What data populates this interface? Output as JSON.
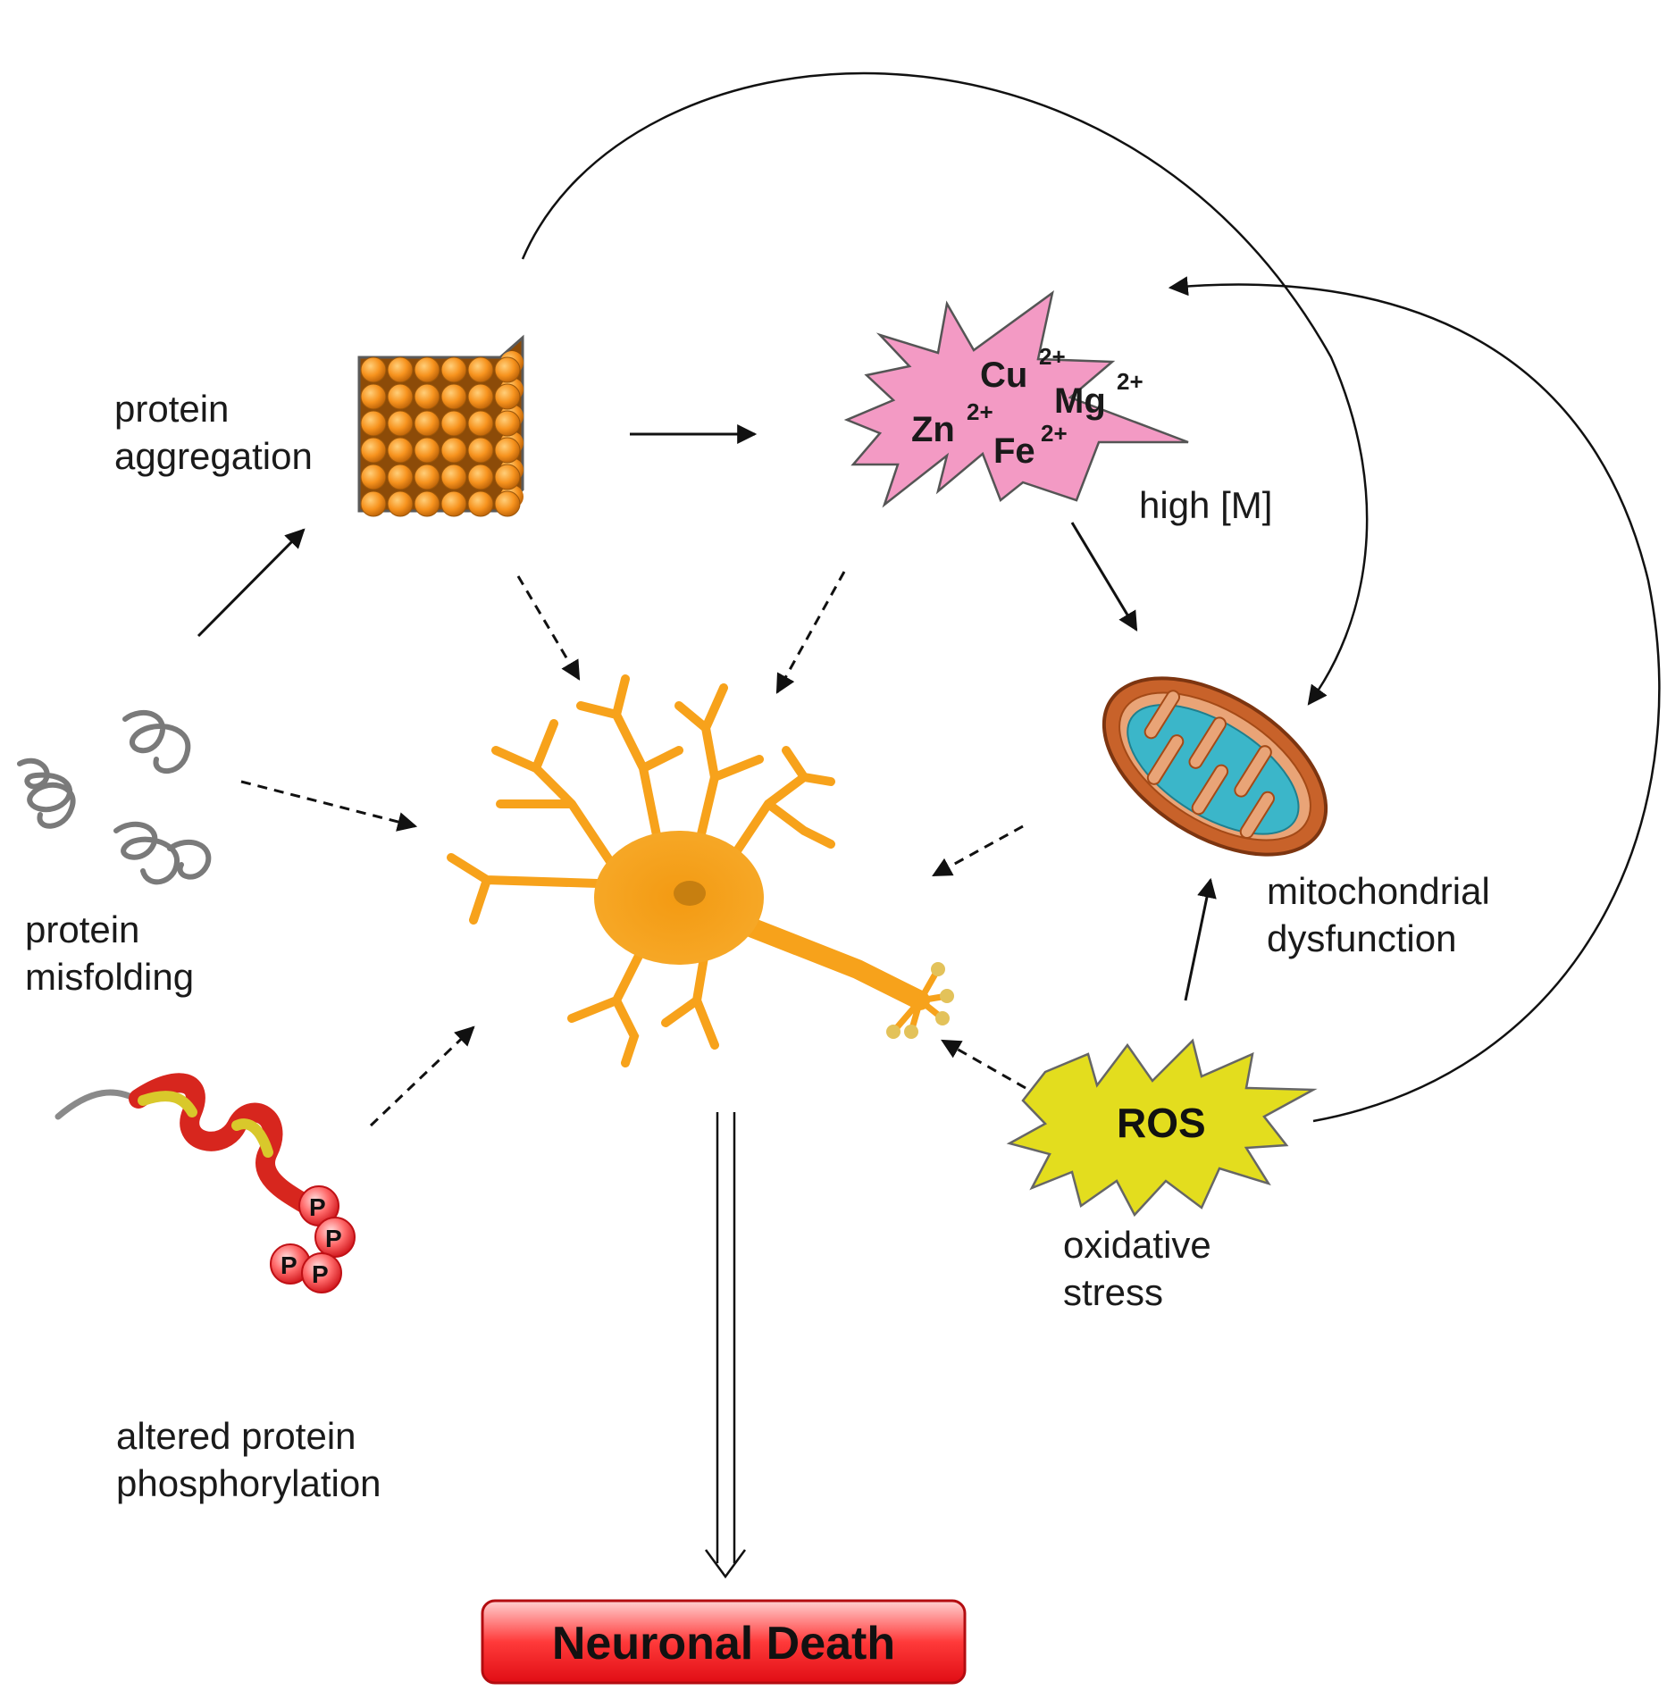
{
  "labels": {
    "protein_aggregation": [
      "protein",
      "aggregation"
    ],
    "protein_misfolding": [
      "protein",
      "misfolding"
    ],
    "altered_phosphorylation": [
      "altered protein",
      "phosphorylation"
    ],
    "high_metal": "high [M]",
    "mitochondrial_dysfunction": [
      "mitochondrial",
      "dysfunction"
    ],
    "oxidative_stress": [
      "oxidative",
      "stress"
    ],
    "ros": "ROS",
    "neuronal_death": "Neuronal Death"
  },
  "metal_ions": [
    {
      "symbol": "Cu",
      "charge": "2+"
    },
    {
      "symbol": "Mg",
      "charge": "2+"
    },
    {
      "symbol": "Zn",
      "charge": "2+"
    },
    {
      "symbol": "Fe",
      "charge": "2+"
    }
  ],
  "phosphate_label": "P",
  "colors": {
    "aggregate": "#f7931e",
    "metal_star": "#f39ac4",
    "ros_star": "#e3dd1e",
    "neuron": "#f7a21b",
    "mitochondria_outer": "#c8622a",
    "mitochondria_inner": "#3bb6c9",
    "death_box": "#e8141b",
    "phosphate": "#e8141b",
    "helix_red": "#d7261e",
    "helix_yellow": "#d9c82b",
    "misfold_strand": "#7a7a7a"
  },
  "icons": [
    "aggregate-cube-icon",
    "metal-star-icon",
    "neuron-icon",
    "mitochondrion-icon",
    "ros-star-icon",
    "misfolded-protein-icon",
    "helix-protein-icon"
  ]
}
